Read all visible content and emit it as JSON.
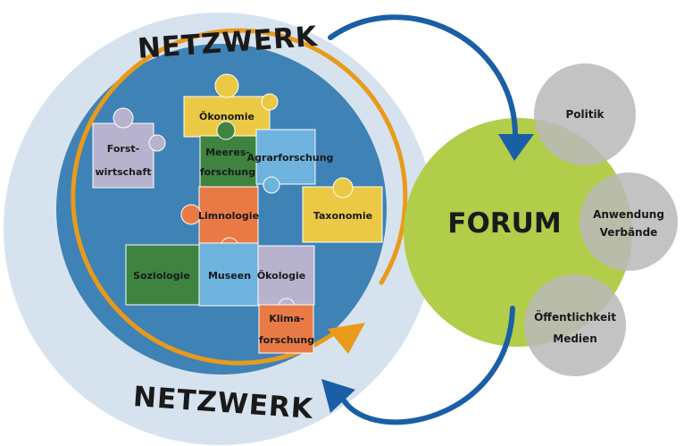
{
  "network": {
    "title_top": "NETZWERK",
    "title_bottom": "NETZWERK"
  },
  "pieces": {
    "oekonomie": "Ökonomie",
    "forst_1": "Forst-",
    "forst_2": "wirtschaft",
    "meeres_1": "Meeres-",
    "meeres_2": "forschung",
    "agrar": "Agrarforschung",
    "limnologie": "Limnologie",
    "taxonomie": "Taxonomie",
    "soziologie": "Soziologie",
    "museen": "Museen",
    "oekologie": "Ökologie",
    "klima_1": "Klima-",
    "klima_2": "forschung"
  },
  "forum": {
    "label": "FORUM",
    "satellites": {
      "politik": "Politik",
      "anwendung_1": "Anwendung",
      "anwendung_2": "Verbände",
      "oeffentlichkeit_1": "Öffentlichkeit",
      "oeffentlichkeit_2": "Medien"
    }
  },
  "colors": {
    "outer_ring": "#d6e3ee",
    "inner_disc": "#3f82b5",
    "orange_ring": "#e99a1b",
    "forum_green": "#b2cd4a",
    "satellite_grey": "#b9b9b9",
    "arrow_blue": "#1a5ea6",
    "yellow": "#ecc944",
    "lavender": "#b7b3cf",
    "green": "#3e8440",
    "light_blue": "#6eb2de",
    "orange": "#ea7a45"
  }
}
